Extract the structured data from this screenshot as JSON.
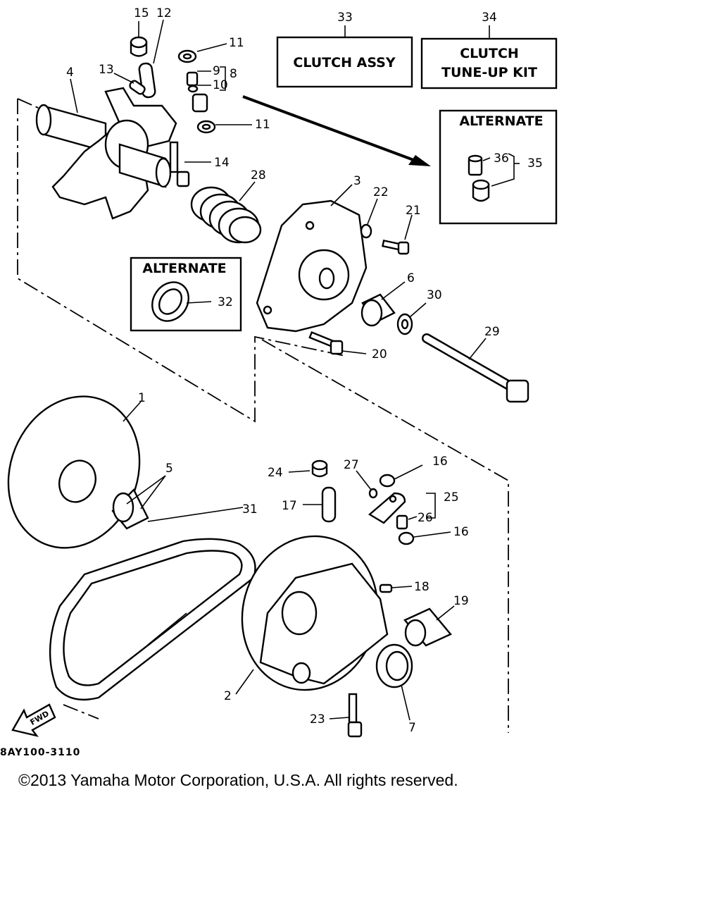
{
  "boxes": {
    "clutch_assy": {
      "number": "33",
      "label": "CLUTCH ASSY"
    },
    "tune_up_kit": {
      "number": "34",
      "line1": "CLUTCH",
      "line2": "TUNE-UP KIT"
    },
    "alternate_top": {
      "title": "ALTERNATE",
      "numbers": [
        "36",
        "35"
      ]
    },
    "alternate_left": {
      "title": "ALTERNATE",
      "number": "32"
    }
  },
  "callouts": [
    "15",
    "12",
    "11",
    "9",
    "8",
    "10",
    "13",
    "4",
    "11",
    "14",
    "28",
    "3",
    "22",
    "21",
    "6",
    "30",
    "20",
    "29",
    "1",
    "5",
    "24",
    "27",
    "16",
    "17",
    "25",
    "26",
    "16",
    "31",
    "18",
    "19",
    "2",
    "23",
    "7"
  ],
  "fwd_label": "FWD",
  "diagram_code": "8AY100-3110",
  "copyright": "©2013 Yamaha Motor Corporation, U.S.A. All rights reserved."
}
